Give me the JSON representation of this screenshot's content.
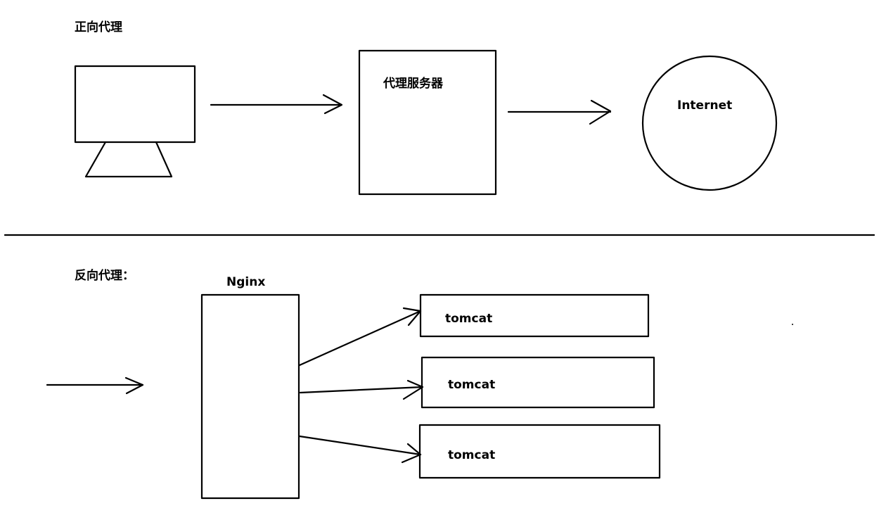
{
  "forward": {
    "title": "正向代理",
    "proxy_label": "代理服务器",
    "internet_label": "Internet"
  },
  "reverse": {
    "title": "反向代理：",
    "nginx_label": "Nginx",
    "servers": [
      "tomcat",
      "tomcat",
      "tomcat"
    ]
  },
  "colors": {
    "stroke": "#000000",
    "background": "#ffffff"
  }
}
